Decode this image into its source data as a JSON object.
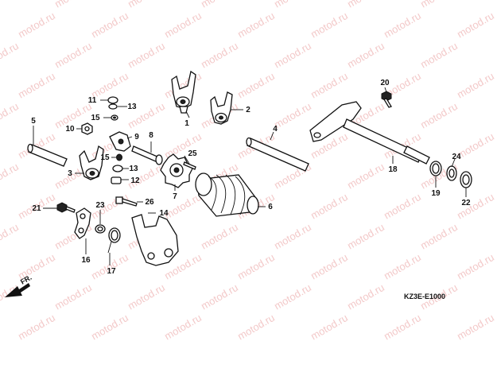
{
  "watermark": {
    "text": "motod.ru"
  },
  "diagram_code": "KZ3E-E1000",
  "direction_label": "FR.",
  "callouts": [
    {
      "id": "c1",
      "text": "1"
    },
    {
      "id": "c2",
      "text": "2"
    },
    {
      "id": "c3",
      "text": "3"
    },
    {
      "id": "c4",
      "text": "4"
    },
    {
      "id": "c5",
      "text": "5"
    },
    {
      "id": "c6",
      "text": "6"
    },
    {
      "id": "c7",
      "text": "7"
    },
    {
      "id": "c8",
      "text": "8"
    },
    {
      "id": "c9",
      "text": "9"
    },
    {
      "id": "c10",
      "text": "10"
    },
    {
      "id": "c11",
      "text": "11"
    },
    {
      "id": "c12",
      "text": "12"
    },
    {
      "id": "c13a",
      "text": "13"
    },
    {
      "id": "c13b",
      "text": "13"
    },
    {
      "id": "c14",
      "text": "14"
    },
    {
      "id": "c15a",
      "text": "15"
    },
    {
      "id": "c15b",
      "text": "15"
    },
    {
      "id": "c16",
      "text": "16"
    },
    {
      "id": "c17",
      "text": "17"
    },
    {
      "id": "c18",
      "text": "18"
    },
    {
      "id": "c19",
      "text": "19"
    },
    {
      "id": "c20",
      "text": "20"
    },
    {
      "id": "c21",
      "text": "21"
    },
    {
      "id": "c22",
      "text": "22"
    },
    {
      "id": "c23",
      "text": "23"
    },
    {
      "id": "c24",
      "text": "24"
    },
    {
      "id": "c25",
      "text": "25"
    },
    {
      "id": "c26",
      "text": "26"
    }
  ]
}
